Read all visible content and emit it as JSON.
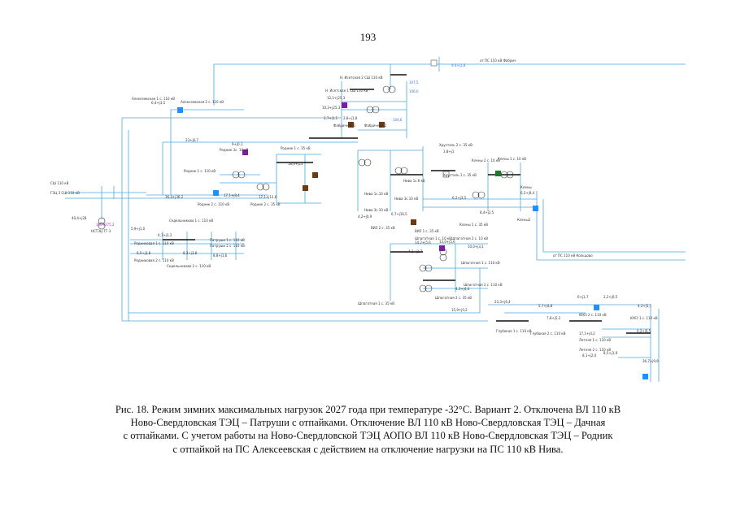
{
  "page": {
    "number": "193"
  },
  "caption": {
    "lines": [
      "Рис. 18. Режим зимних максимальных нагрузок 2027 года при температуре -32°С. Вариант 2. Отключена ВЛ 110 кВ",
      "Ново-Свердловская ТЭЦ – Патруши с отпайками. Отключение ВЛ 110 кВ Ново-Свердловская ТЭЦ – Дачная",
      "с отпайками. С учетом работы на Ново-Свердловской ТЭЦ АОПО ВЛ 110 кВ Ново-Свердловская ТЭЦ – Родник",
      "с отпайкой на ПС Алексеевская с действием на отключение нагрузки на ПС 110 кВ Нива."
    ]
  },
  "diagram": {
    "colors": {
      "line": "#4aa8e0",
      "text": "#333333",
      "value": "#3a6fd8",
      "negative": "#c03030",
      "brown": "#6b3a12",
      "blue_sq": "#1e90ff",
      "purple_sq": "#7b1fa2",
      "green_sq": "#1b7a2a"
    },
    "labels": {
      "ps_fabrichnaya": "от ПС 110 кВ Фабрич",
      "ps_koltsovo": "от ПС 110 кВ Кольцово",
      "tec_sh1": "СШ 110 кВ",
      "tec_sh2": "ГЭЦ 3 СШ 110 кВ",
      "tec_name": "НСТЭЦ ТГ-3",
      "tec_gen": "100+275,2",
      "alekseevskaya_1": "Алексеевская 1 с. 110 кВ",
      "alekseevskaya_2": "Алексеевская 2 с. 110 кВ",
      "rodnik_3s": "Родник 3с. 10 кВ",
      "rodnik_1s": "Родник 1 с. 35 кВ",
      "rodnik_110_1": "Родник 1 с. 110 кВ",
      "rodnik_110_2": "Родник 2 с. 110 кВ",
      "rodnik_2s": "Родник 2 с. 35 кВ",
      "istok_1": "Н. Исетская 1 СШ 110 кВ",
      "istok_2": "Н. Исетская 2 СШ 110 кВ",
      "fabrichnaya_1": "Фабричная 1",
      "fabrichnaya_2": "Фабричная 2",
      "khrustalnaya_2": "Хрусталь 2 с. 35 кВ",
      "khrustalnaya_1": "Хрусталь 1 с. 35 кВ",
      "klenovaya_1": "Клены 1 с. 10 кВ",
      "klenovaya_2": "Клены 2 с. 10 кВ",
      "klenovaya_35": "Клены 1 с. 35 кВ",
      "klenovaya": "Клены",
      "klenovaya2": "Клены2",
      "niva_1": "Нива 1с.10 кВ",
      "niva_2": "Нива 3с.10 кВ",
      "niva_3": "Нива 1с.6 кВ",
      "niva_4": "Нива 3с.10 кВ",
      "shpagatnaya_1": "Шпагатная 1 с. 10 кВ",
      "shpagatnaya_2": "Шпагатная 2 с. 10 кВ",
      "shpagatnaya_110_1": "Шпагатная 1 с. 110 кВ",
      "shpagatnaya_110_2": "Шпагатная 2 с. 110 кВ",
      "shpagatnaya_35_1": "Шпагатная 1 с. 35 кВ",
      "shpagatnaya_35_2": "Шпагатная 2 с. 35 кВ",
      "vis_1": "ВИЗ 1 с. 35 кВ",
      "vis_2": "ВИЗ 2 с. 35 кВ",
      "patrushi_1": "Патруши 1 с. 110 кВ",
      "patrushi_2": "Патруши 2 с. 110 кВ",
      "sedelnikovo_1": "Седельниково 1 с. 110 кВ",
      "sedelnikovo_2": "Седельниково 2 с. 110 кВ",
      "rodnik_gr": "Родниковая 1 с. 110 кВ",
      "rodnik_gr2": "Родниковая 2 с. 110 кВ",
      "glubokaya_1": "Глубокая 1 с. 110 кВ",
      "glubokaya_2": "Глубокая 2 с. 110 кВ",
      "uks_1": "ЮКЗ 2 с. 110 кВ",
      "uks_2": "ЮКЗ 1 с. 110 кВ",
      "letnyaya_1": "Летняя 1 с. 110 кВ",
      "letnyaya_2": "Летняя 2 с. 110 кВ",
      "to_ps_kolts": "от ПС 110 кВ Кольцово"
    },
    "values": {
      "v1": "9,4+j1,8",
      "v2": "107,5",
      "v3": "106,0",
      "v4": "104,6",
      "v5": "23+j6,7",
      "v6": "6,4+j3,5",
      "v7": "12,1+j25,3",
      "v8": "10,3+j25,3",
      "v9": "2,8+j1,8",
      "v10": "2,7+j1,1",
      "v11": "40,4+j28",
      "v12": "36,4+j36,2",
      "v13": "17,1+j12,6",
      "v14": "17,1+j8,4",
      "v15": "9+j0,1",
      "v16": "4,2+j0,9",
      "v17": "6,7+j16,5",
      "v18": "4,3+j3,7",
      "v19": "18,6+j23",
      "v20": "14,2+j5,6",
      "v21": "13,0+j5,6",
      "v22": "5,9+j1,0",
      "v23": "0,7+j3,3",
      "v24": "8,3+j3,8",
      "v25": "6,5+j3,8",
      "v26": "8,8+j1,6",
      "v27": "23,3+j6,4",
      "v28": "5,7+j4,8",
      "v29": "7,8+j5,2",
      "v30": "6+j1,7",
      "v31": "2,2+j0,5",
      "v32": "4,2+j5,5",
      "v33": "0,2+j0,5",
      "v34": "17,1+j4,2",
      "v35": "8,1+j2,0",
      "v36": "8,5+j1,9",
      "v37": "36,7+j9,9",
      "v38": "10,0+j3,1",
      "v39": "4,3+j4,6",
      "v40": "15,9+j0,2",
      "v41": "6,2+j3,5",
      "v42": "8,4+j2,5",
      "v43": "1,8+j1",
      "v44": "6,2+j9,4"
    }
  }
}
